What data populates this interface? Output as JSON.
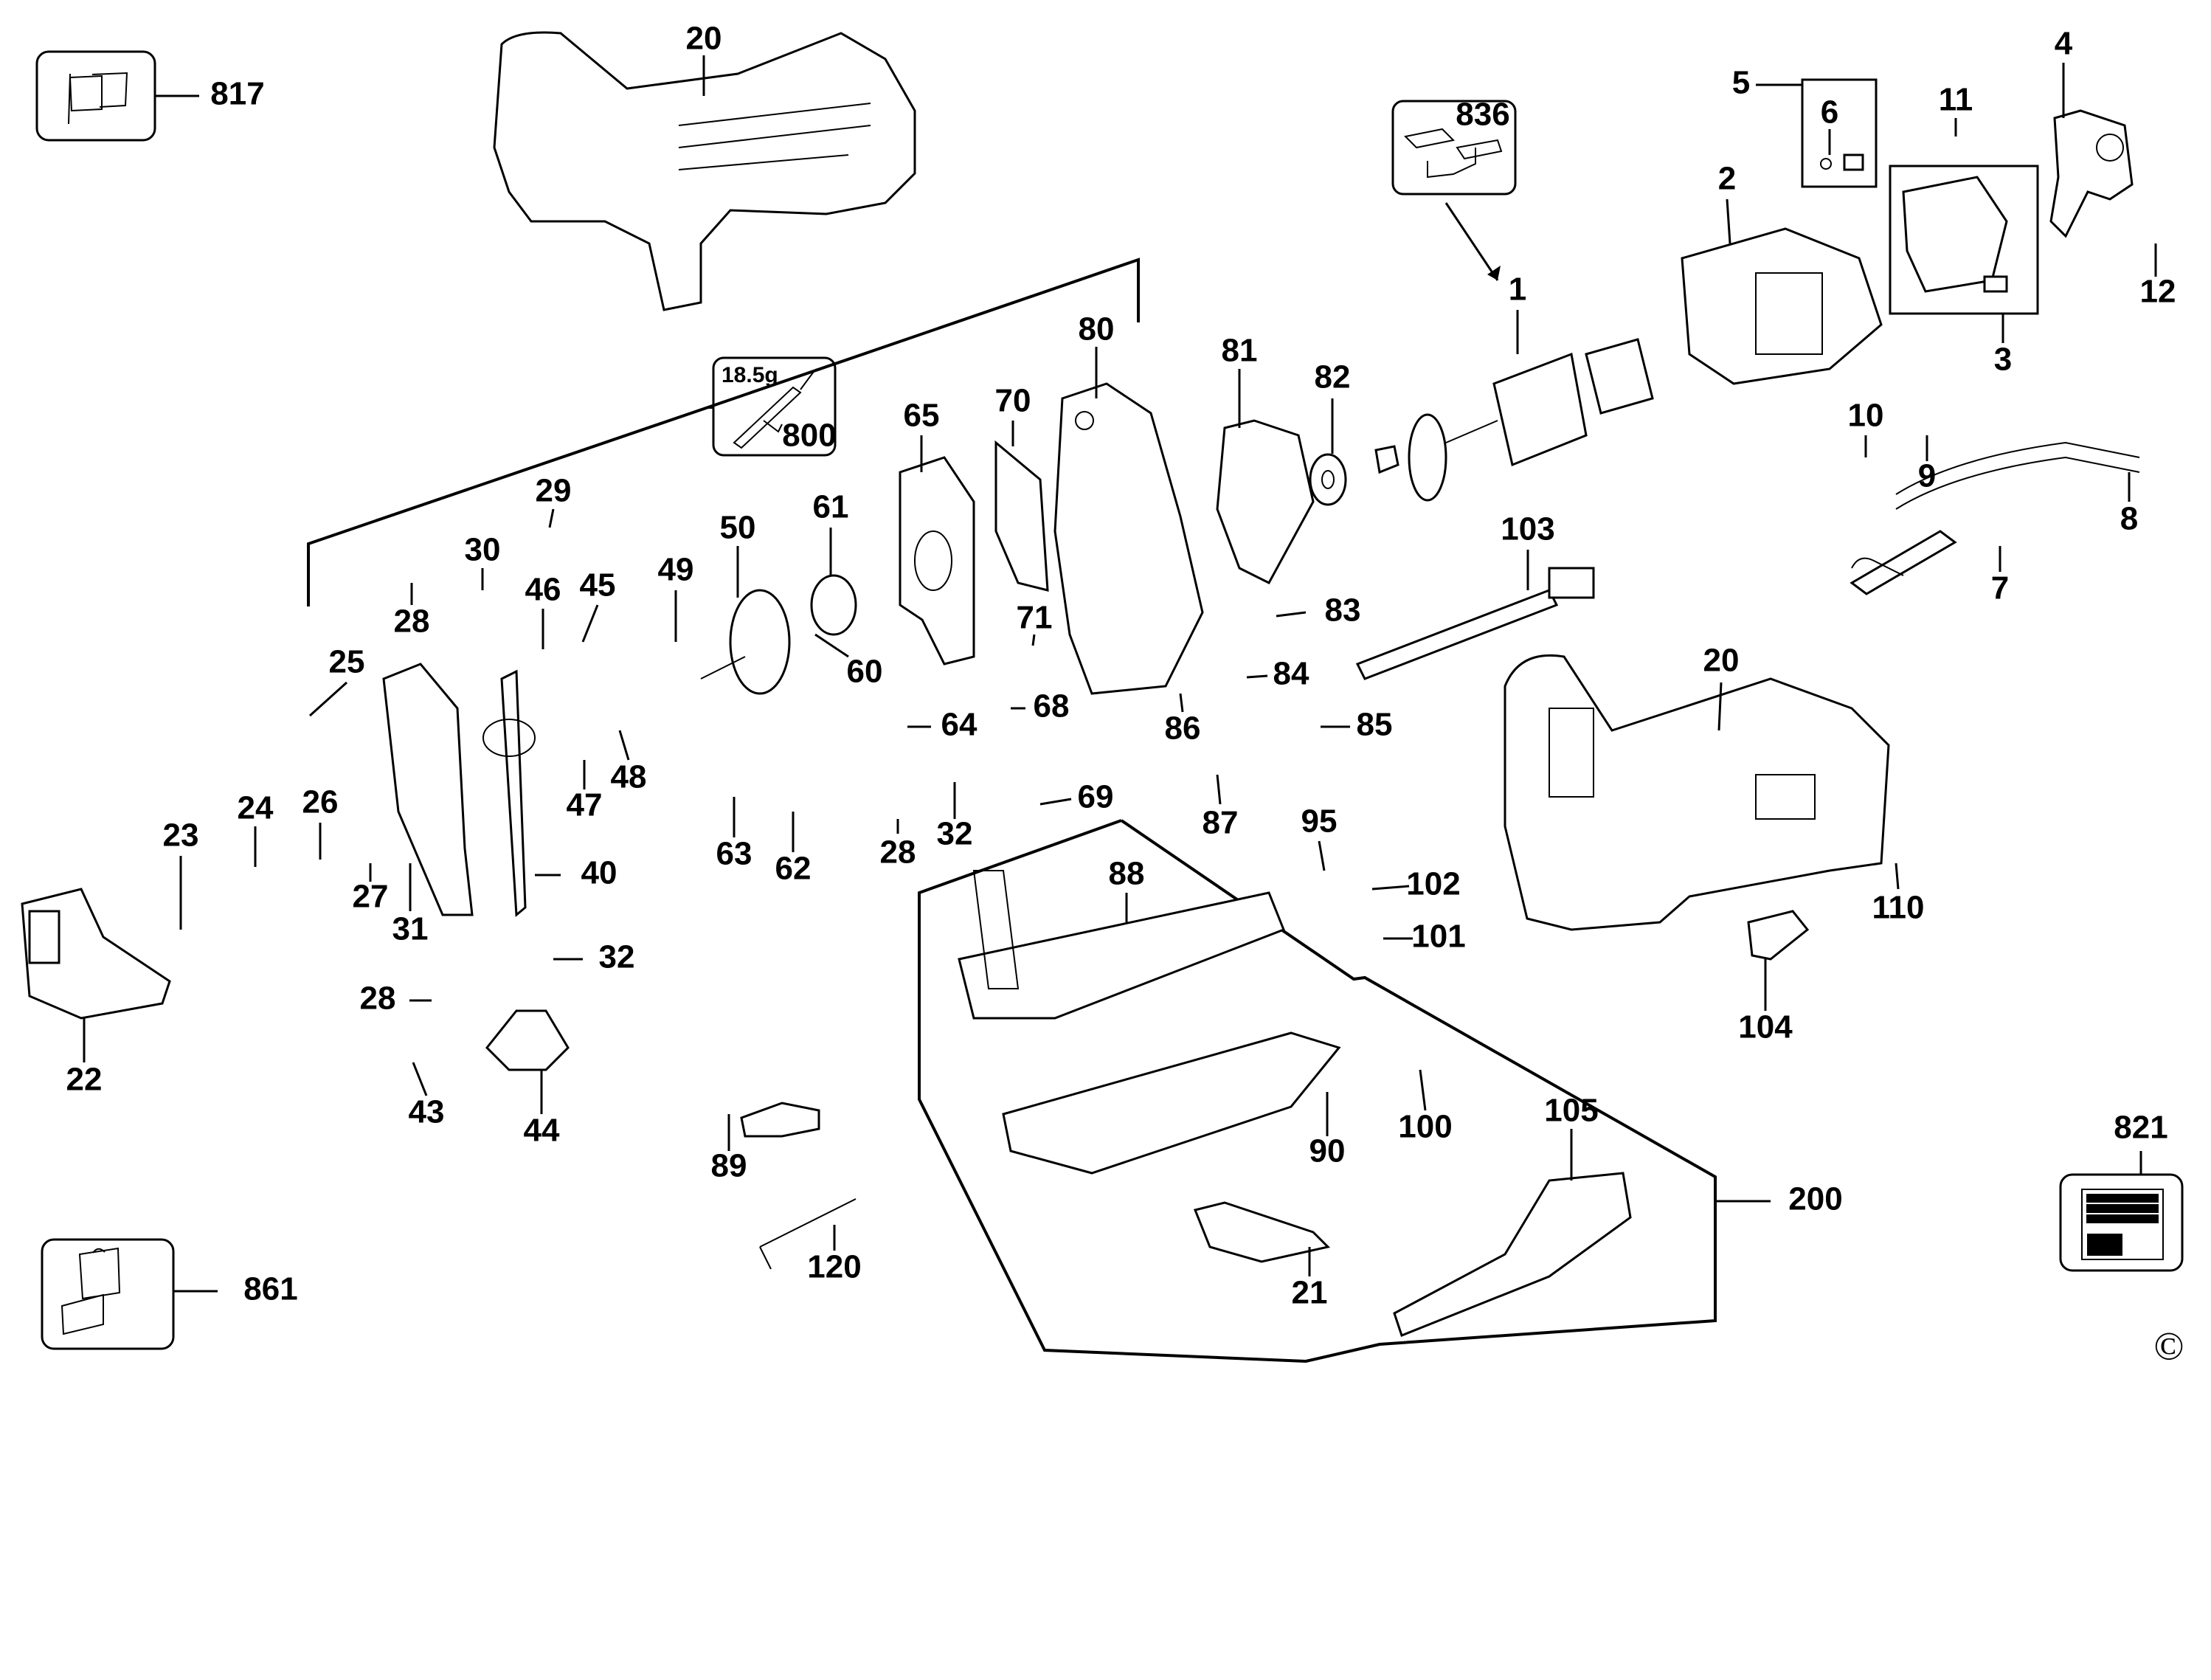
{
  "diagram": {
    "type": "exploded-parts-diagram",
    "subject": "jigsaw",
    "part_labels": [
      "817",
      "20",
      "836",
      "1",
      "5",
      "6",
      "11",
      "4",
      "2",
      "3",
      "12",
      "18.5g",
      "800",
      "80",
      "81",
      "82",
      "70",
      "65",
      "10",
      "9",
      "8",
      "103",
      "7",
      "29",
      "30",
      "28",
      "46",
      "45",
      "49",
      "50",
      "61",
      "83",
      "71",
      "60",
      "25",
      "48",
      "47",
      "24",
      "26",
      "23",
      "27",
      "31",
      "40",
      "32",
      "28",
      "43",
      "44",
      "22",
      "63",
      "62",
      "64",
      "68",
      "84",
      "86",
      "85",
      "87",
      "28",
      "32",
      "69",
      "95",
      "102",
      "101",
      "88",
      "20",
      "110",
      "104",
      "100",
      "105",
      "90",
      "200",
      "89",
      "120",
      "21",
      "861",
      "821"
    ],
    "kit_boxes": [
      {
        "id": "817",
        "icon": "flag-icon"
      },
      {
        "id": "836",
        "icon": "toolbox-icon"
      },
      {
        "id": "800",
        "icon": "grease-gun-icon",
        "weight": "18.5g"
      },
      {
        "id": "861",
        "icon": "carry-case-icon"
      },
      {
        "id": "821",
        "icon": "label-plate-icon"
      }
    ],
    "copyright": "©"
  }
}
